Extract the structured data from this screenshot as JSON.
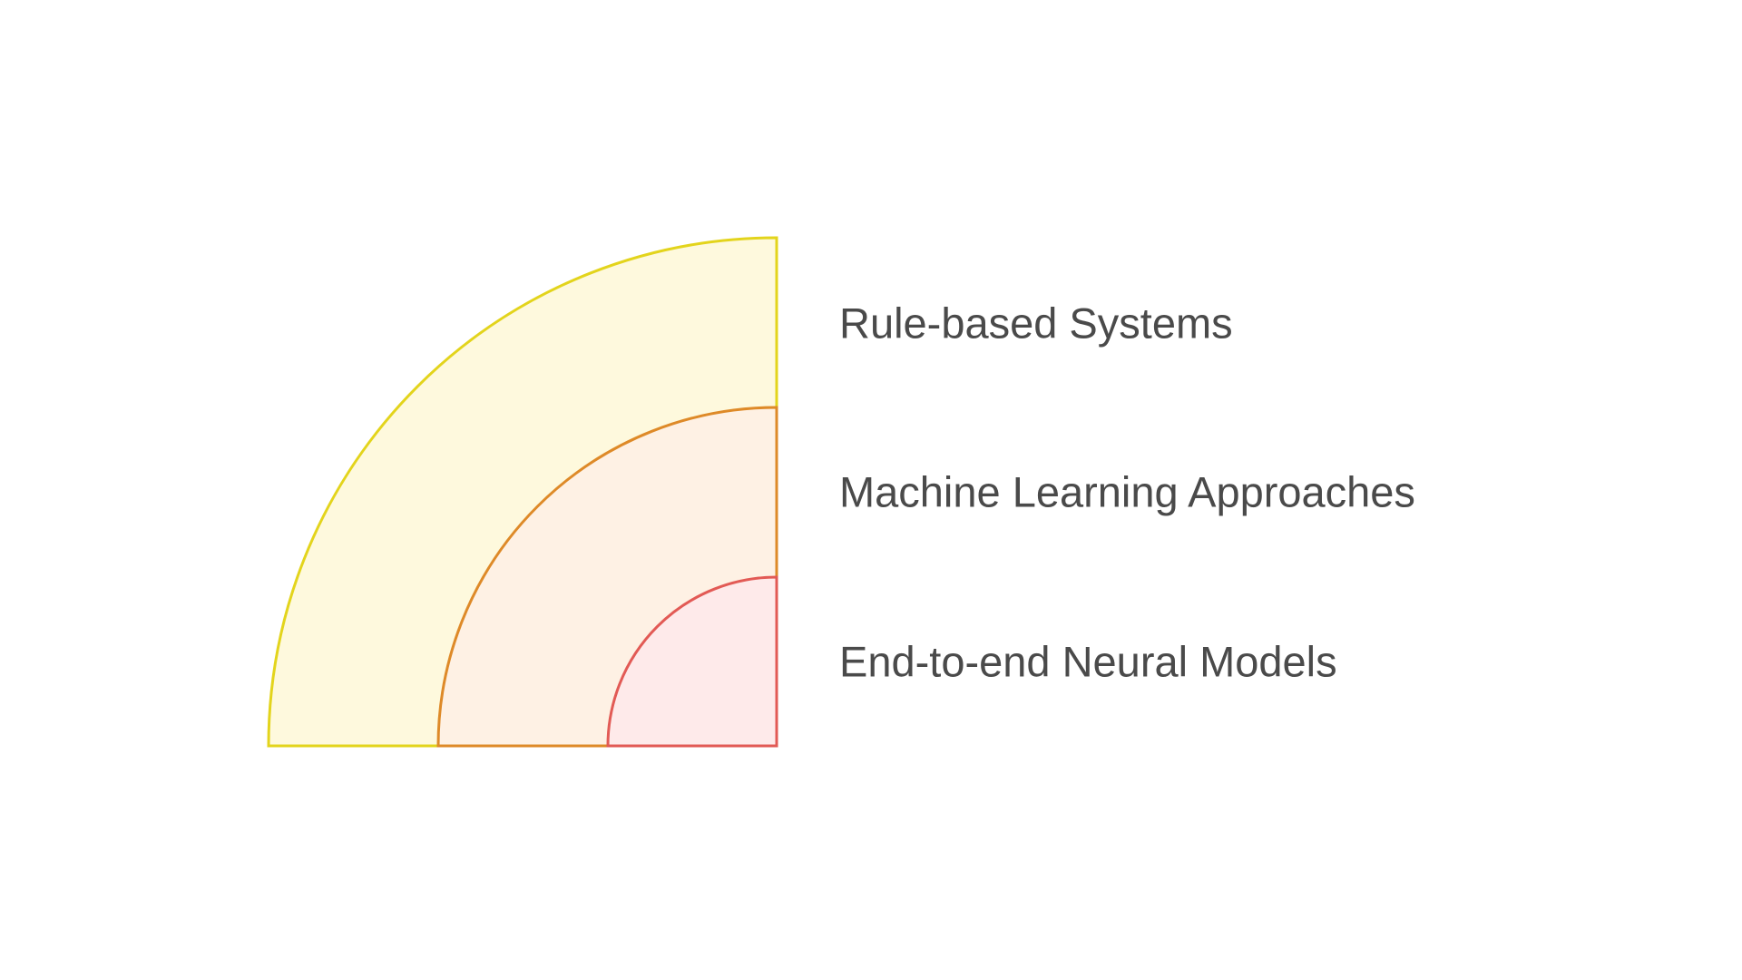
{
  "layers": [
    {
      "label": "Rule-based Systems",
      "fill": "#fef9dd",
      "stroke": "#e3d41c"
    },
    {
      "label": "Machine Learning Approaches",
      "fill": "#fef1e4",
      "stroke": "#de8a28"
    },
    {
      "label": "End-to-end Neural Models",
      "fill": "#feeaea",
      "stroke": "#e25a55"
    }
  ]
}
